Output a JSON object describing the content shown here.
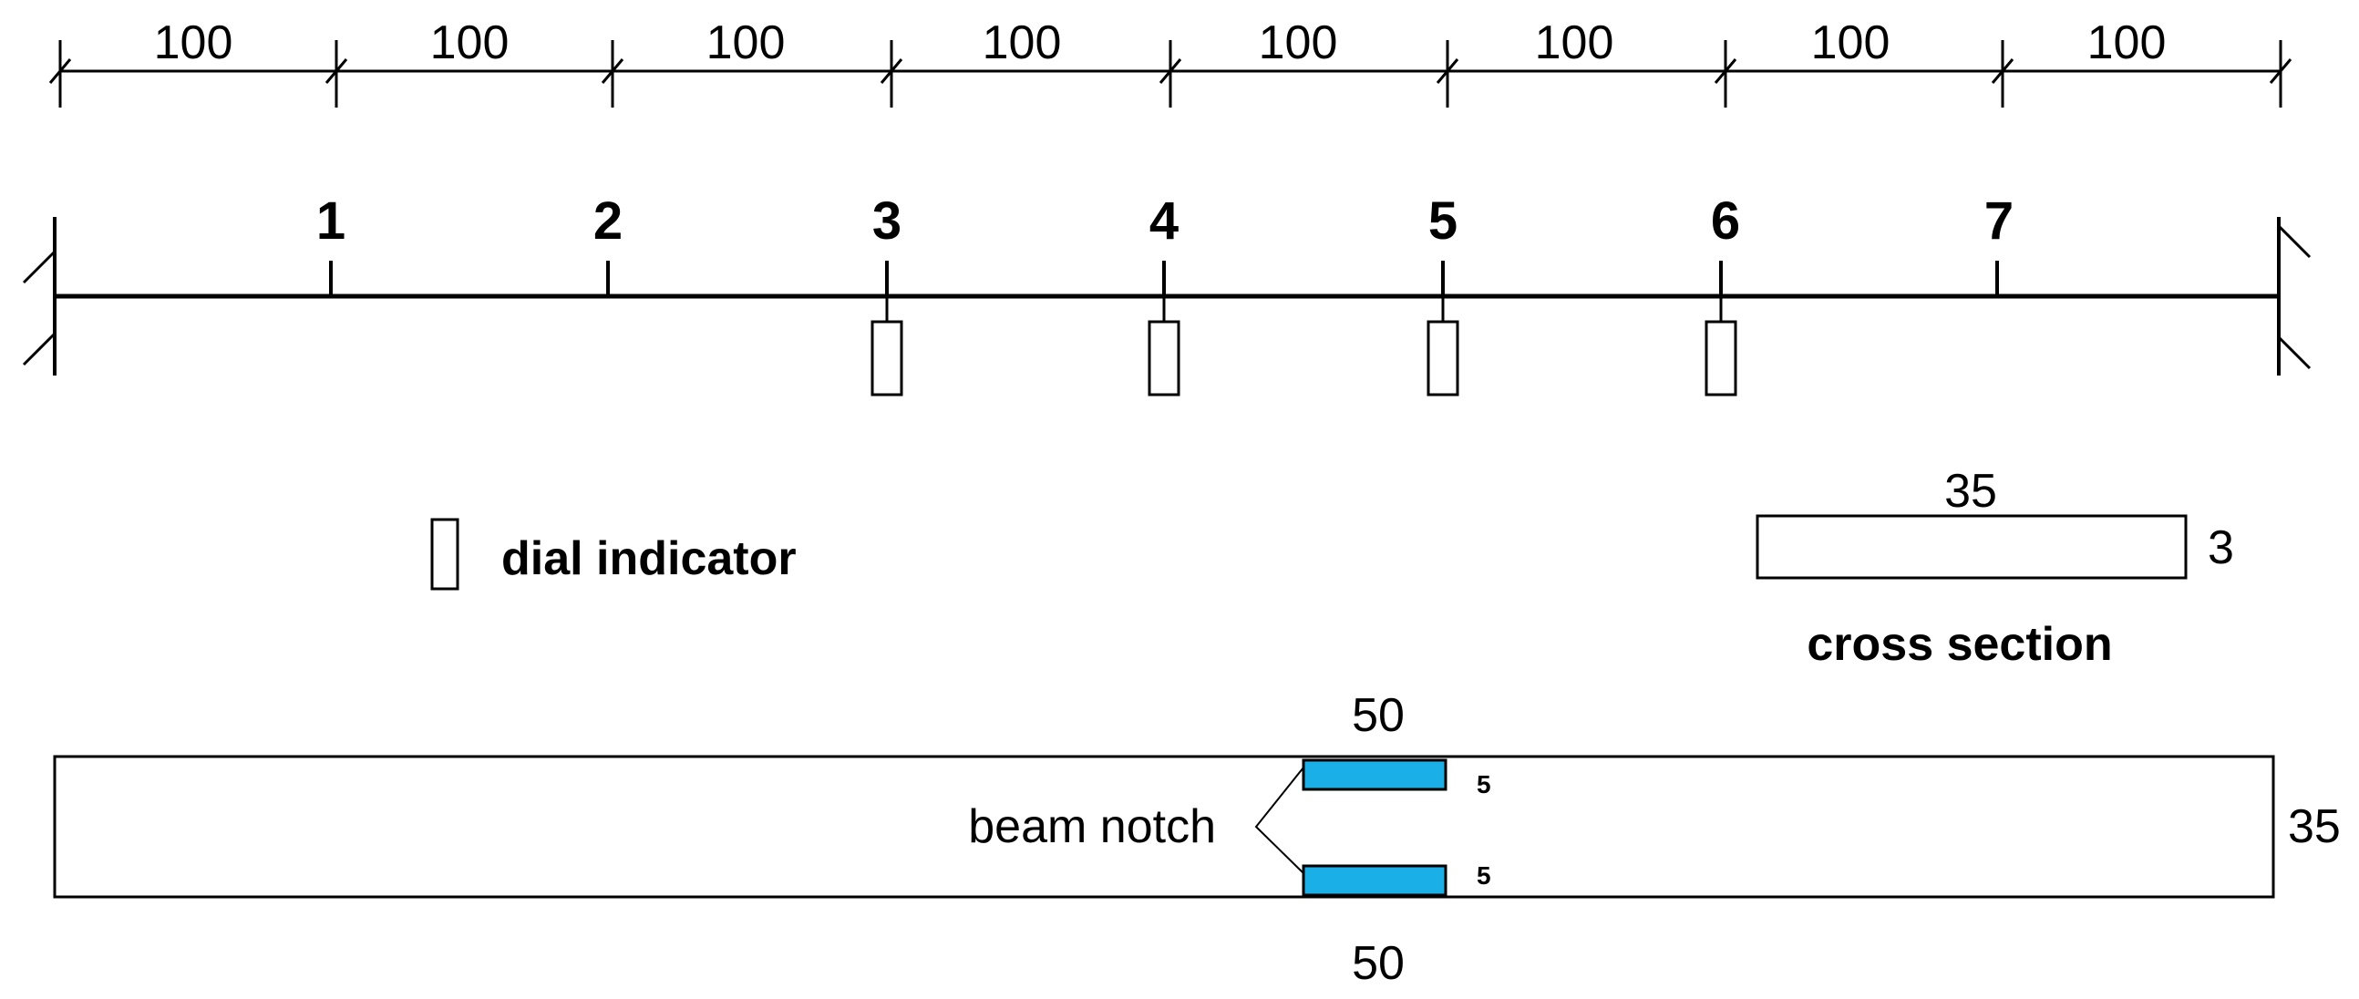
{
  "dimensions": {
    "segments": [
      "100",
      "100",
      "100",
      "100",
      "100",
      "100",
      "100",
      "100"
    ]
  },
  "beam": {
    "nodes": [
      "1",
      "2",
      "3",
      "4",
      "5",
      "6",
      "7"
    ],
    "dial_indicator_nodes": [
      "3",
      "4",
      "5",
      "6"
    ]
  },
  "legend": {
    "dial_indicator_label": "dial indicator"
  },
  "cross_section": {
    "width_label": "35",
    "height_label": "3",
    "caption": "cross section"
  },
  "notch_view": {
    "top_notch_length": "50",
    "bottom_notch_length": "50",
    "top_notch_depth": "5",
    "bottom_notch_depth": "5",
    "beam_width": "35",
    "notch_label": "beam notch",
    "notch_color": "#1AAFE6"
  }
}
